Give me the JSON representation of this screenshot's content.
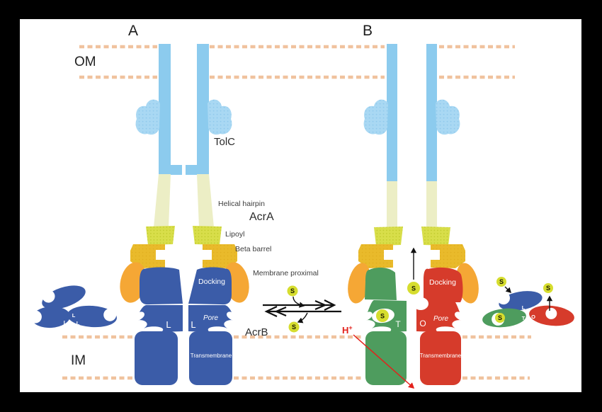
{
  "title_labels": {
    "panel_a": "A",
    "panel_b": "B"
  },
  "membranes": {
    "outer": "OM",
    "inner": "IM"
  },
  "proteins": {
    "tolc": "TolC",
    "acra": "AcrA",
    "acrb": "AcrB"
  },
  "acra_domains": {
    "helical_hairpin": "Helical hairpin",
    "lipoyl": "Lipoyl",
    "beta_barrel": "Beta barrel",
    "membrane_proximal": "Membrane proximal"
  },
  "acrb_domains": {
    "docking": "Docking",
    "pore": "Pore",
    "transmembrane": "Transmembrane"
  },
  "conformational_states": {
    "loose": "L",
    "tight": "T",
    "open": "O"
  },
  "substrate_label": "S",
  "proton_label": {
    "symbol": "H",
    "charge": "+"
  },
  "colors": {
    "background": "#000000",
    "canvas": "#ffffff",
    "tolc_channel": "#8ccbee",
    "tolc_wing": "#a9d8f3",
    "helical_hairpin": "#eceec5",
    "lipoyl": "#d8de4a",
    "beta_barrel": "#e9ba2b",
    "membrane_proximal": "#f5a735",
    "acrb_loose_blue": "#3b5ca8",
    "acrb_tight_green": "#4e9c5e",
    "acrb_open_red": "#d63b2b",
    "substrate": "#d6dd2f",
    "membrane_dash": "#f0c29e",
    "proton_red": "#e3211b",
    "annotation": "#111111"
  }
}
